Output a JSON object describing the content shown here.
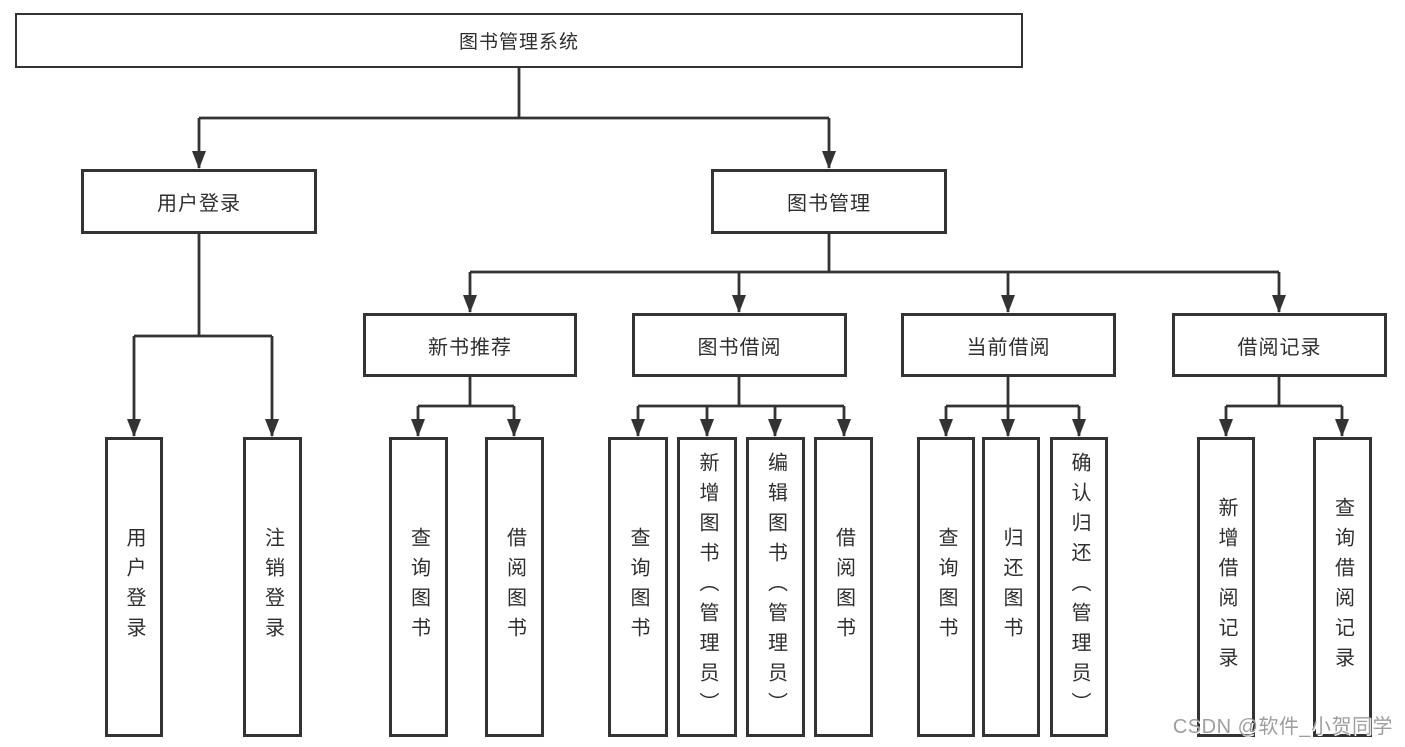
{
  "colors": {
    "background": "#ffffff",
    "line": "#333333",
    "text": "#2f2f2f",
    "watermark": "#9e9e9e"
  },
  "watermark": {
    "text": "CSDN @软件_小贺同学"
  },
  "diagram": {
    "root": "图书管理系统",
    "level1": {
      "user_login": "用户登录",
      "book_mgmt": "图书管理"
    },
    "user_login_children": {
      "login": "用户登录",
      "logout": "注销登录"
    },
    "book_mgmt_children": {
      "new_books": "新书推荐",
      "book_borrow": "图书借阅",
      "current_borrow": "当前借阅",
      "borrow_records": "借阅记录"
    },
    "new_books_children": {
      "query": "查询图书",
      "borrow": "借阅图书"
    },
    "book_borrow_children": {
      "query": "查询图书",
      "add": "新增图书（管理员）",
      "edit": "编辑图书（管理员）",
      "borrow": "借阅图书"
    },
    "current_borrow_children": {
      "query": "查询图书",
      "return": "归还图书",
      "confirm": "确认归还（管理员）"
    },
    "borrow_records_children": {
      "add": "新增借阅记录",
      "query": "查询借阅记录"
    }
  }
}
